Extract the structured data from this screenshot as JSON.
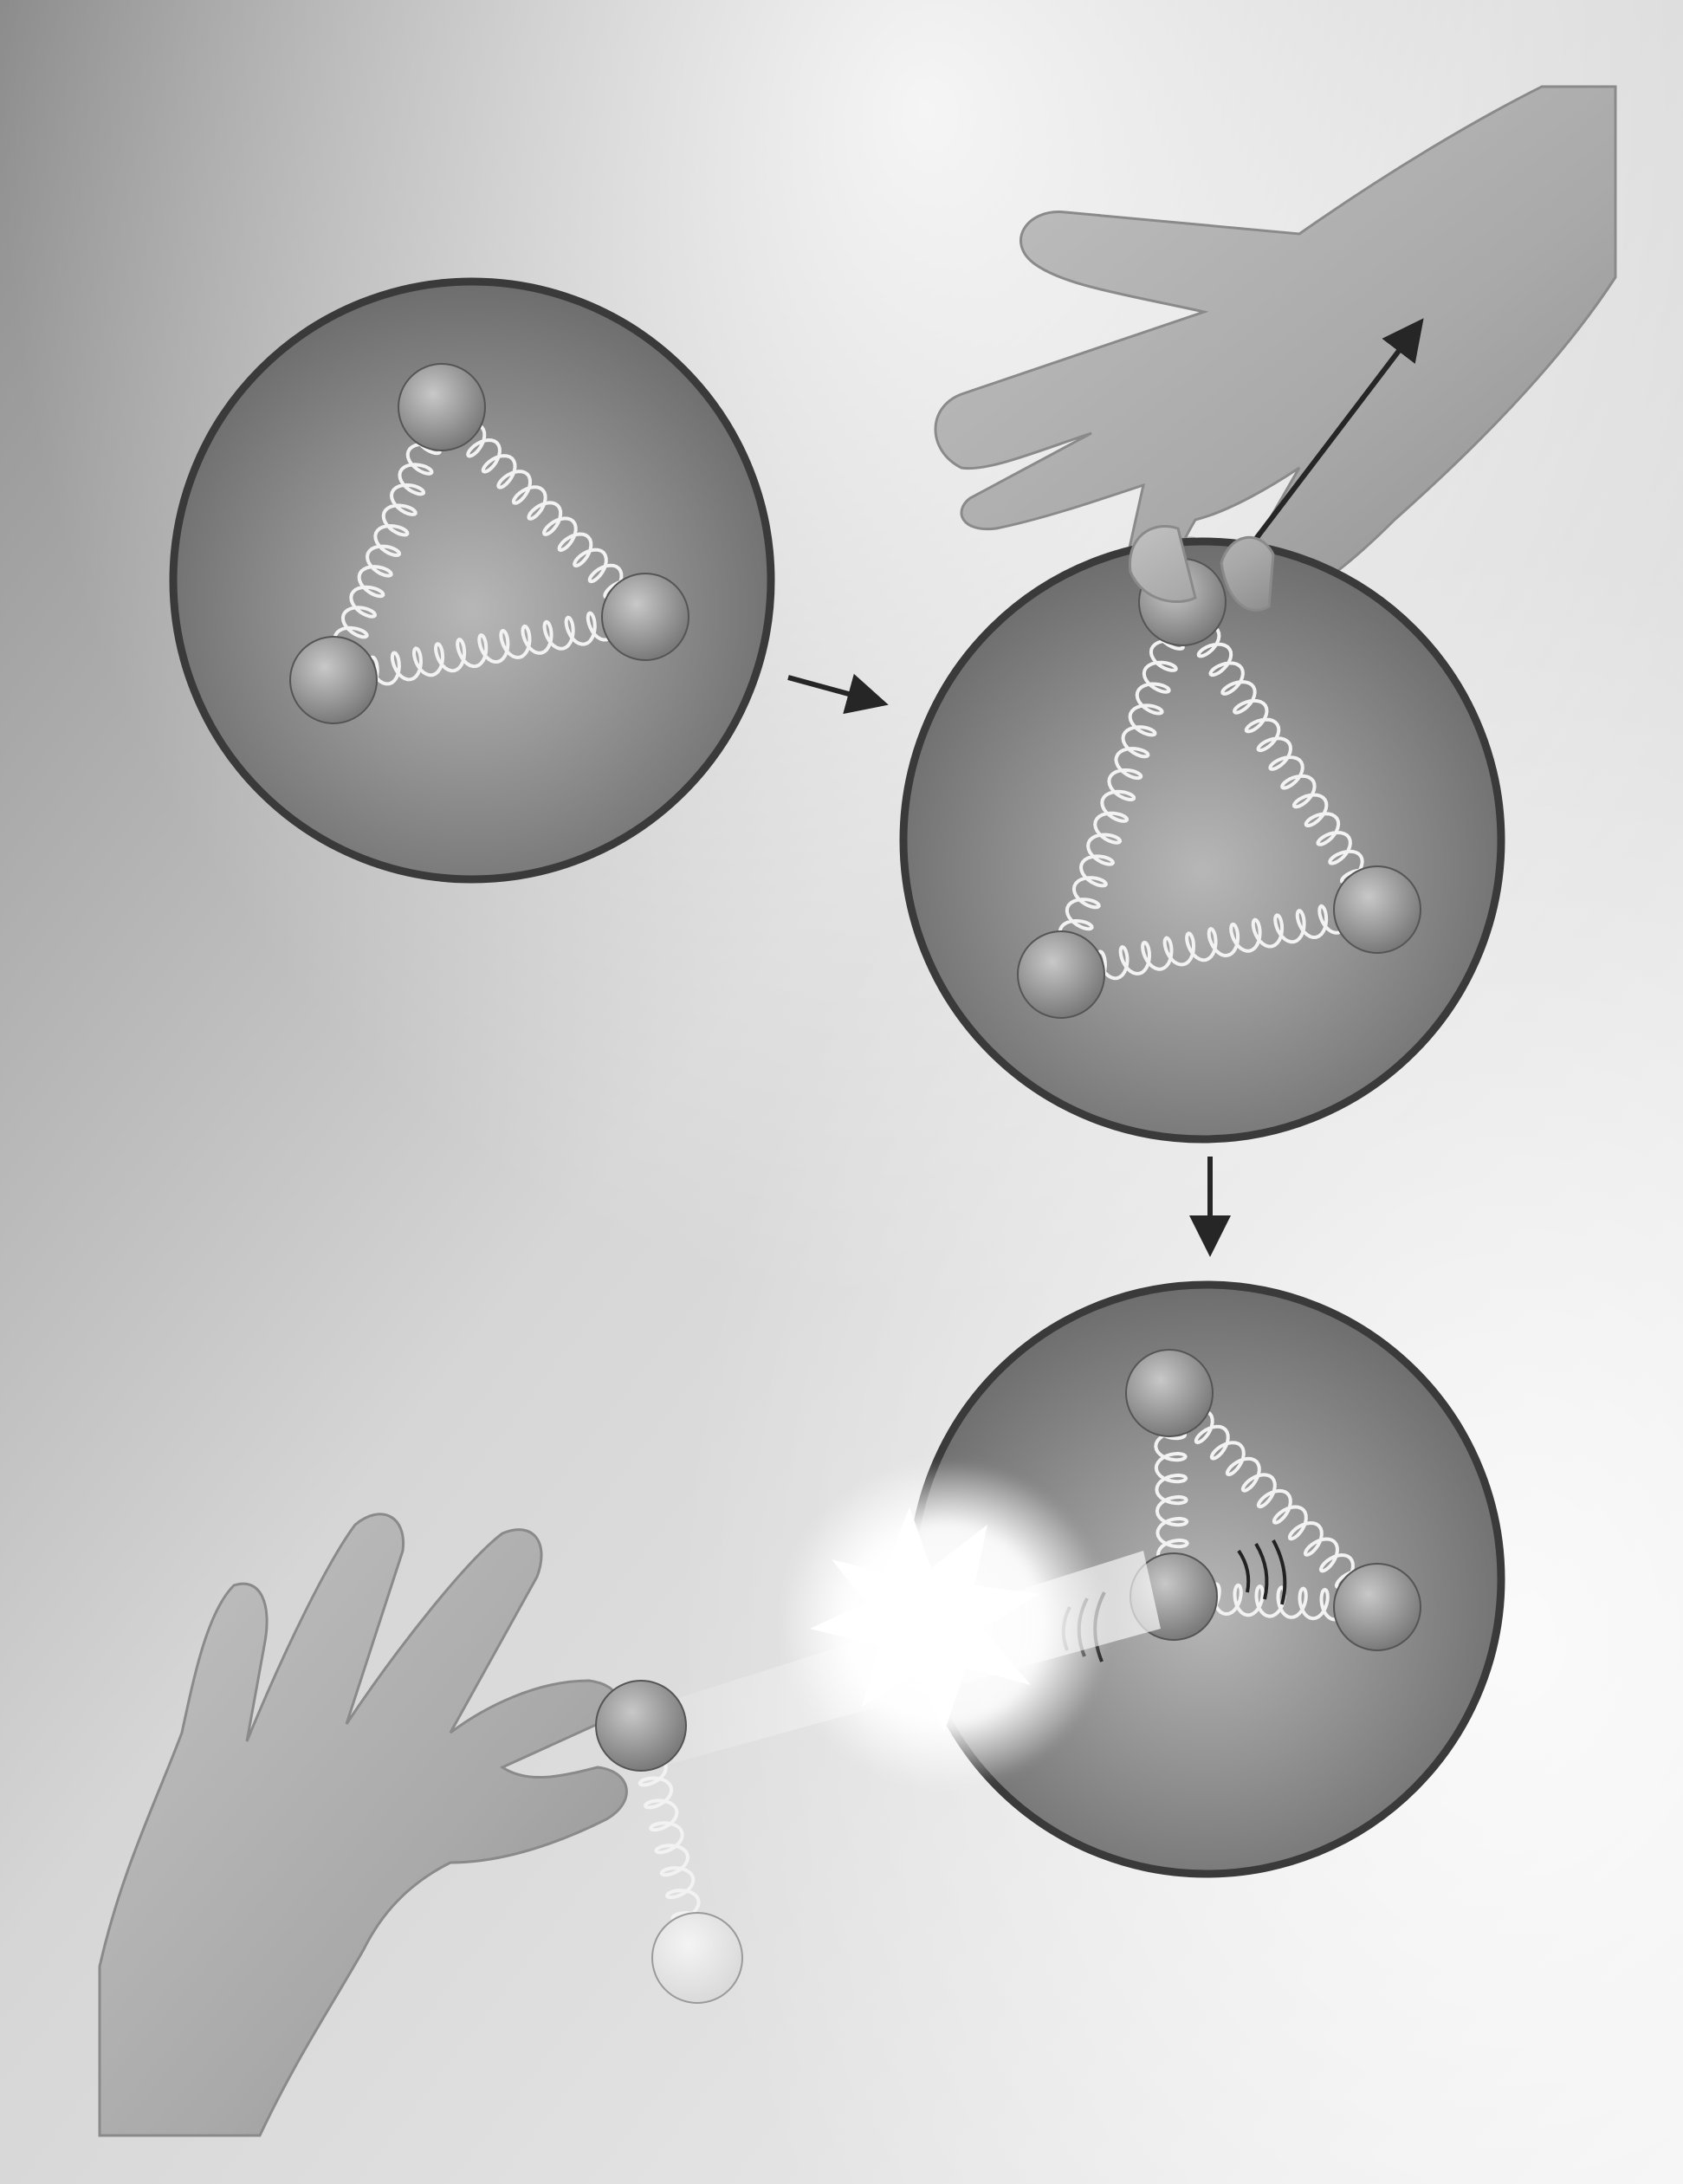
{
  "diagram": {
    "description_kind": "quark confinement illustration",
    "colors": {
      "background_light": "#f0f0f0",
      "background_dark": "#8c8c8c",
      "hadron_fill_center": "#b7b7b7",
      "hadron_fill_edge": "#6d6d6d",
      "hadron_outline": "#3a3a3a",
      "quark_fill": "#7a7a7a",
      "quark_highlight": "#c8c8c8",
      "quark_free_fill": "#d8d8d8",
      "gluon_spring": "#f2f2f2",
      "hand_fill": "#a9a9a9",
      "hand_shadow": "#7f7f7f",
      "arrow": "#262626",
      "flash": "#ffffff"
    },
    "icons": {
      "hand_top": "hand-pulling-icon",
      "hand_bottom": "hand-holding-meson-icon",
      "flash": "energy-burst-icon",
      "arrow": "arrow-icon"
    },
    "stages": [
      {
        "id": "stage-1",
        "quarks": 3,
        "springs": 3,
        "state": "bound"
      },
      {
        "id": "stage-2",
        "quarks": 3,
        "springs": 3,
        "state": "stretched"
      },
      {
        "id": "stage-3",
        "quarks": 3,
        "springs": 3,
        "state": "new pair created"
      }
    ],
    "meson": {
      "quarks": 2,
      "springs": 1
    }
  }
}
